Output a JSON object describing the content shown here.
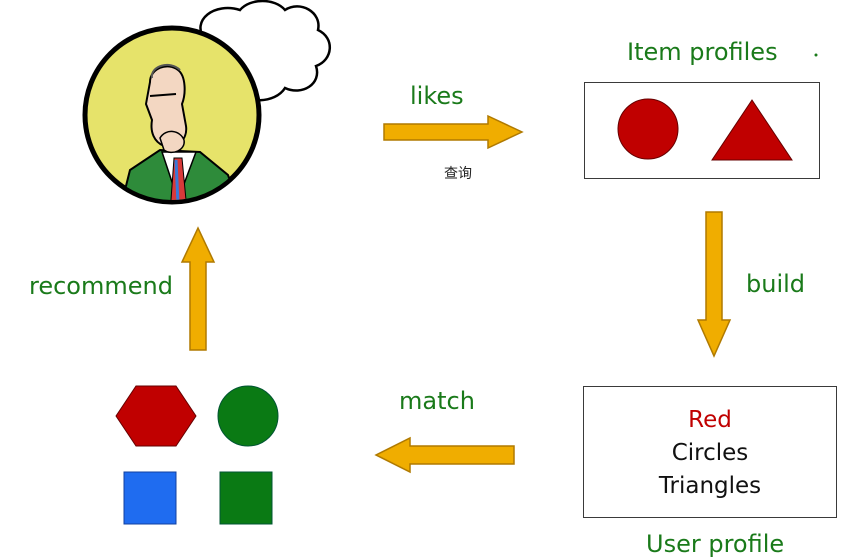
{
  "labels": {
    "likes": "likes",
    "query": "查询",
    "item_profiles": "Item profiles",
    "build": "build",
    "match": "match",
    "recommend": "recommend",
    "user_profile": "User profile"
  },
  "user_profile_box": {
    "lines": [
      "Red",
      "Circles",
      "Triangles"
    ]
  },
  "colors": {
    "label_green": "#1a7a1a",
    "arrow_fill": "#f0ad00",
    "arrow_stroke": "#b07a00",
    "red": "#c00000",
    "green": "#0a7a14",
    "blue": "#1f6cf0",
    "avatar_bg": "#e6e36a"
  },
  "icons": [
    "user-thinking-avatar",
    "red-circle",
    "red-triangle",
    "red-hexagon",
    "green-circle",
    "blue-square",
    "green-square"
  ]
}
